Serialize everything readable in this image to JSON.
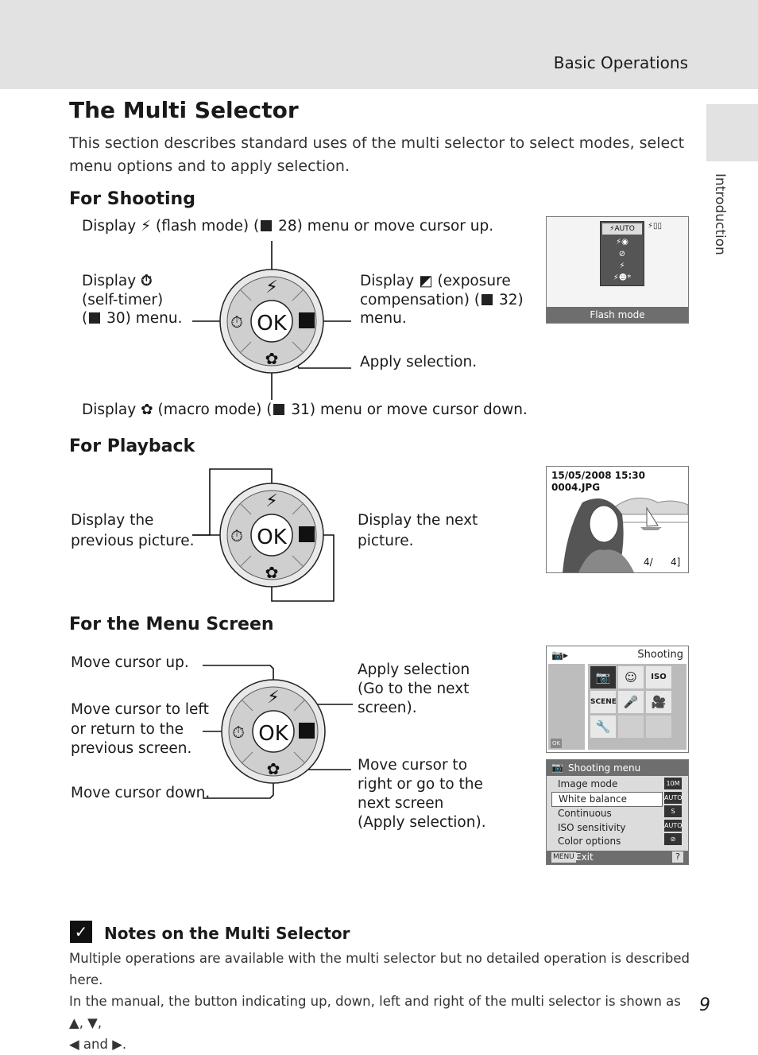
{
  "header": {
    "section": "Basic Operations",
    "side_tab": "Introduction"
  },
  "title": "The Multi Selector",
  "intro": "This section describes standard uses of the multi selector to select modes, select menu options and to apply selection.",
  "shooting": {
    "heading": "For Shooting",
    "up_a": "Display",
    "up_b": "(flash mode) (",
    "up_c": "28) menu or move cursor up.",
    "left_1a": "Display",
    "left_2": "(self-timer)",
    "left_3a": "(",
    "left_3b": "30) menu.",
    "right_1a": "Display",
    "right_1b": "(exposure",
    "right_2a": "compensation) (",
    "right_2b": "32)",
    "right_3": "menu.",
    "ok": "Apply selection.",
    "down_a": "Display",
    "down_b": "(macro mode) (",
    "down_c": "31) menu or move cursor down.",
    "screen": {
      "caption": "Flash mode",
      "items": [
        "⚡AUTO",
        "⚡◉",
        "⊘",
        "⚡",
        "⚡☻*"
      ],
      "top_right": "⚡▯▯"
    }
  },
  "playback": {
    "heading": "For Playback",
    "left_1": "Display the",
    "left_2": "previous picture.",
    "right_1": "Display the next",
    "right_2": "picture.",
    "screen": {
      "date": "15/05/2008 15:30",
      "file": "0004.JPG",
      "counter": "4/",
      "count2": "4]"
    }
  },
  "menu": {
    "heading": "For the Menu Screen",
    "up": "Move cursor up.",
    "left_1": "Move cursor to left",
    "left_2": "or return to the",
    "left_3": "previous screen.",
    "down": "Move cursor down.",
    "ok_1": "Apply selection",
    "ok_2": "(Go to the next",
    "ok_3": "screen).",
    "right_1": "Move cursor to",
    "right_2": "right or go to the",
    "right_3": "next screen",
    "right_4": "(Apply selection).",
    "screen1": {
      "title": "Shooting",
      "ok_tag": "OK"
    },
    "screen2": {
      "title": "Shooting menu",
      "items": [
        "Image mode",
        "White balance",
        "Continuous",
        "ISO sensitivity",
        "Color options"
      ],
      "values": [
        "10M",
        "AUTO",
        "S",
        "AUTO",
        "⊘"
      ],
      "footer_menu": "MENU",
      "footer_exit": "Exit",
      "help": "?"
    }
  },
  "ok_label": "OK",
  "notes": {
    "icon": "✓",
    "title": "Notes on the Multi Selector",
    "line1": "Multiple operations are available with the multi selector but no detailed operation is described here.",
    "line2": "In the manual, the button indicating up, down, left and right of the multi selector is shown as ▲, ▼,",
    "line3": "◀ and ▶."
  },
  "page_number": "9"
}
